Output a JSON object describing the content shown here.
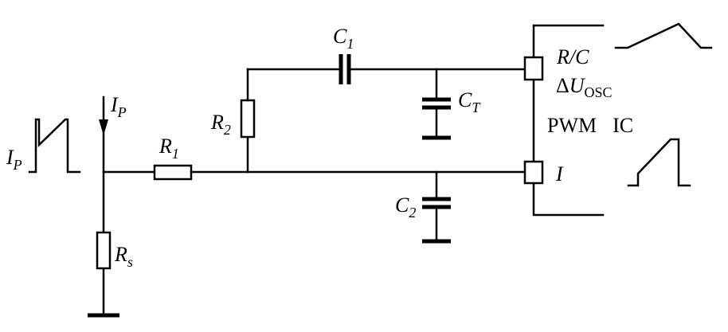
{
  "labels": {
    "ip_arrow": {
      "main": "I",
      "sub": "P"
    },
    "ip_wave": {
      "main": "I",
      "sub": "P"
    },
    "r1": {
      "main": "R",
      "sub": "1"
    },
    "r2": {
      "main": "R",
      "sub": "2"
    },
    "rs": {
      "main": "R",
      "sub": "s"
    },
    "c1": {
      "main": "C",
      "sub": "1"
    },
    "c2": {
      "main": "C",
      "sub": "2"
    },
    "ct": {
      "main": "C",
      "sub": "T"
    },
    "rc_pin": "R/C",
    "delta_u": {
      "delta": "Δ",
      "main": "U",
      "sub": "OSC"
    },
    "i_pin": "I",
    "ic_name": "PWM",
    "ic_suffix": "IC"
  }
}
